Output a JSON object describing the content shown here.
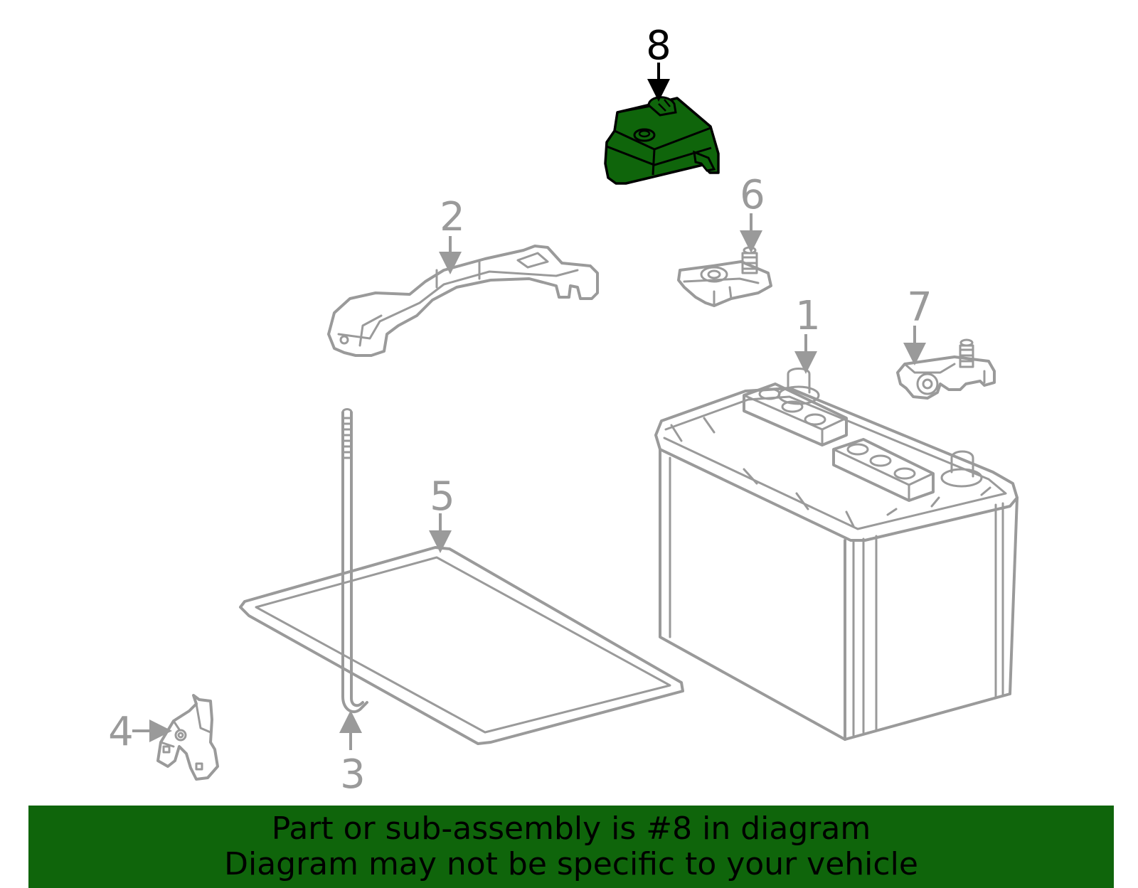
{
  "callouts": {
    "c1": "1",
    "c2": "2",
    "c3": "3",
    "c4": "4",
    "c5": "5",
    "c6": "6",
    "c7": "7",
    "c8": "8"
  },
  "highlight_color": "#0f650b",
  "line_color": "#9a9a9a",
  "banner": {
    "line1": "Part or sub-assembly is #8 in diagram",
    "line2": "Diagram may not be specific to your vehicle"
  }
}
